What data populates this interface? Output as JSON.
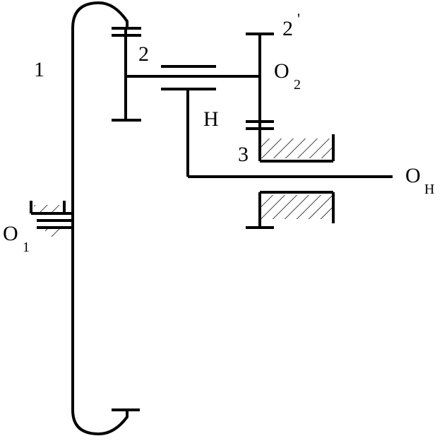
{
  "labels": {
    "gear1": "1",
    "gear2": "2",
    "gear2_prime": "2",
    "prime_mark": "'",
    "gear3": "3",
    "carrier": "H",
    "o1": "O",
    "o1_sub": "1",
    "o2": "O",
    "o2_sub": "2",
    "oh": "O",
    "oh_sub": "H"
  },
  "colors": {
    "line": "#000000",
    "background": "#ffffff"
  }
}
